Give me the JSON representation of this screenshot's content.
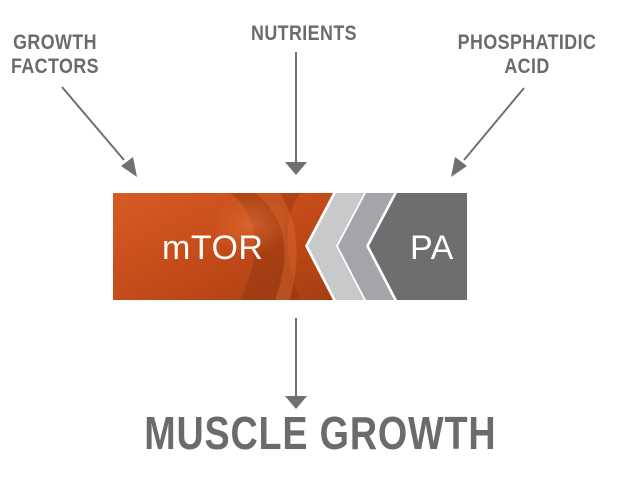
{
  "labels": {
    "growth_factors": [
      "GROWTH",
      "FACTORS"
    ],
    "nutrients": "NUTRIENTS",
    "phosphatidic_acid": [
      "PHOSPHATIDIC",
      "ACID"
    ]
  },
  "boxes": {
    "mtor": "mTOR",
    "pa": "PA"
  },
  "outcome": "MUSCLE GROWTH",
  "colors": {
    "text_gray": "#6b6b6b",
    "arrow_gray": "#707070",
    "mtor_orange": "#c9501e",
    "mtor_orange_dark": "#9c3a12",
    "chevron_light": "#c8c9cb",
    "chevron_mid": "#a3a5a8",
    "pa_gray": "#6e6e70"
  }
}
